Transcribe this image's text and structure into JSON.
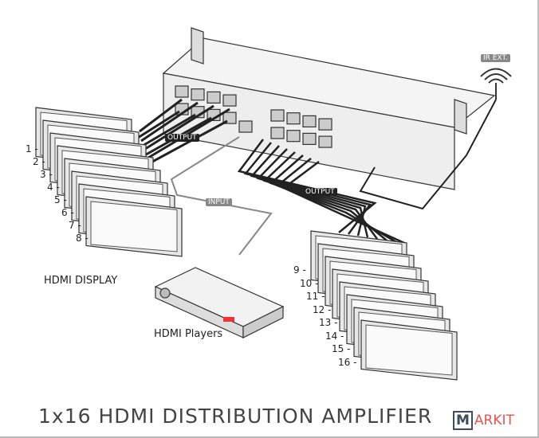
{
  "title": "1x16  HDMI DISTRIBUTION AMPLIFIER",
  "labels": {
    "hdmi_display": "HDMI  DISPLAY",
    "hdmi_players": "HDMI Players",
    "input": "INPUT",
    "output_left": "OUTPUT",
    "output_right": "OUTPUT",
    "ir_ext": "IR EXT."
  },
  "left_numbers": [
    "1",
    "2",
    "3",
    "4",
    "5",
    "6",
    "7",
    "8"
  ],
  "right_numbers": [
    "9",
    "10",
    "11",
    "12",
    "13",
    "14",
    "15",
    "16"
  ],
  "watermark": {
    "box": "M",
    "text": "ARKIT"
  }
}
